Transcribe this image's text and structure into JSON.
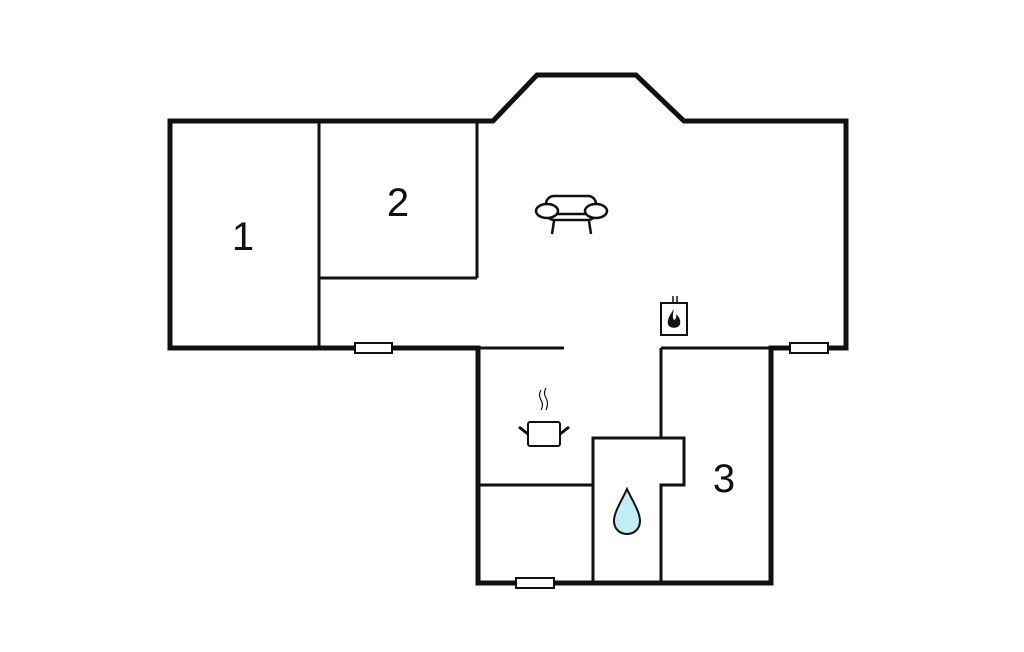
{
  "title": "Floor plan",
  "rooms": [
    {
      "label": "1",
      "type": "bedroom"
    },
    {
      "label": "2",
      "type": "bedroom"
    },
    {
      "label": "3",
      "type": "bedroom"
    }
  ],
  "icons": [
    "sofa-icon",
    "fireplace-icon",
    "cooking-pot-icon",
    "water-drop-icon"
  ],
  "colors": {
    "wall": "#111111",
    "water": "#bfeef6"
  }
}
